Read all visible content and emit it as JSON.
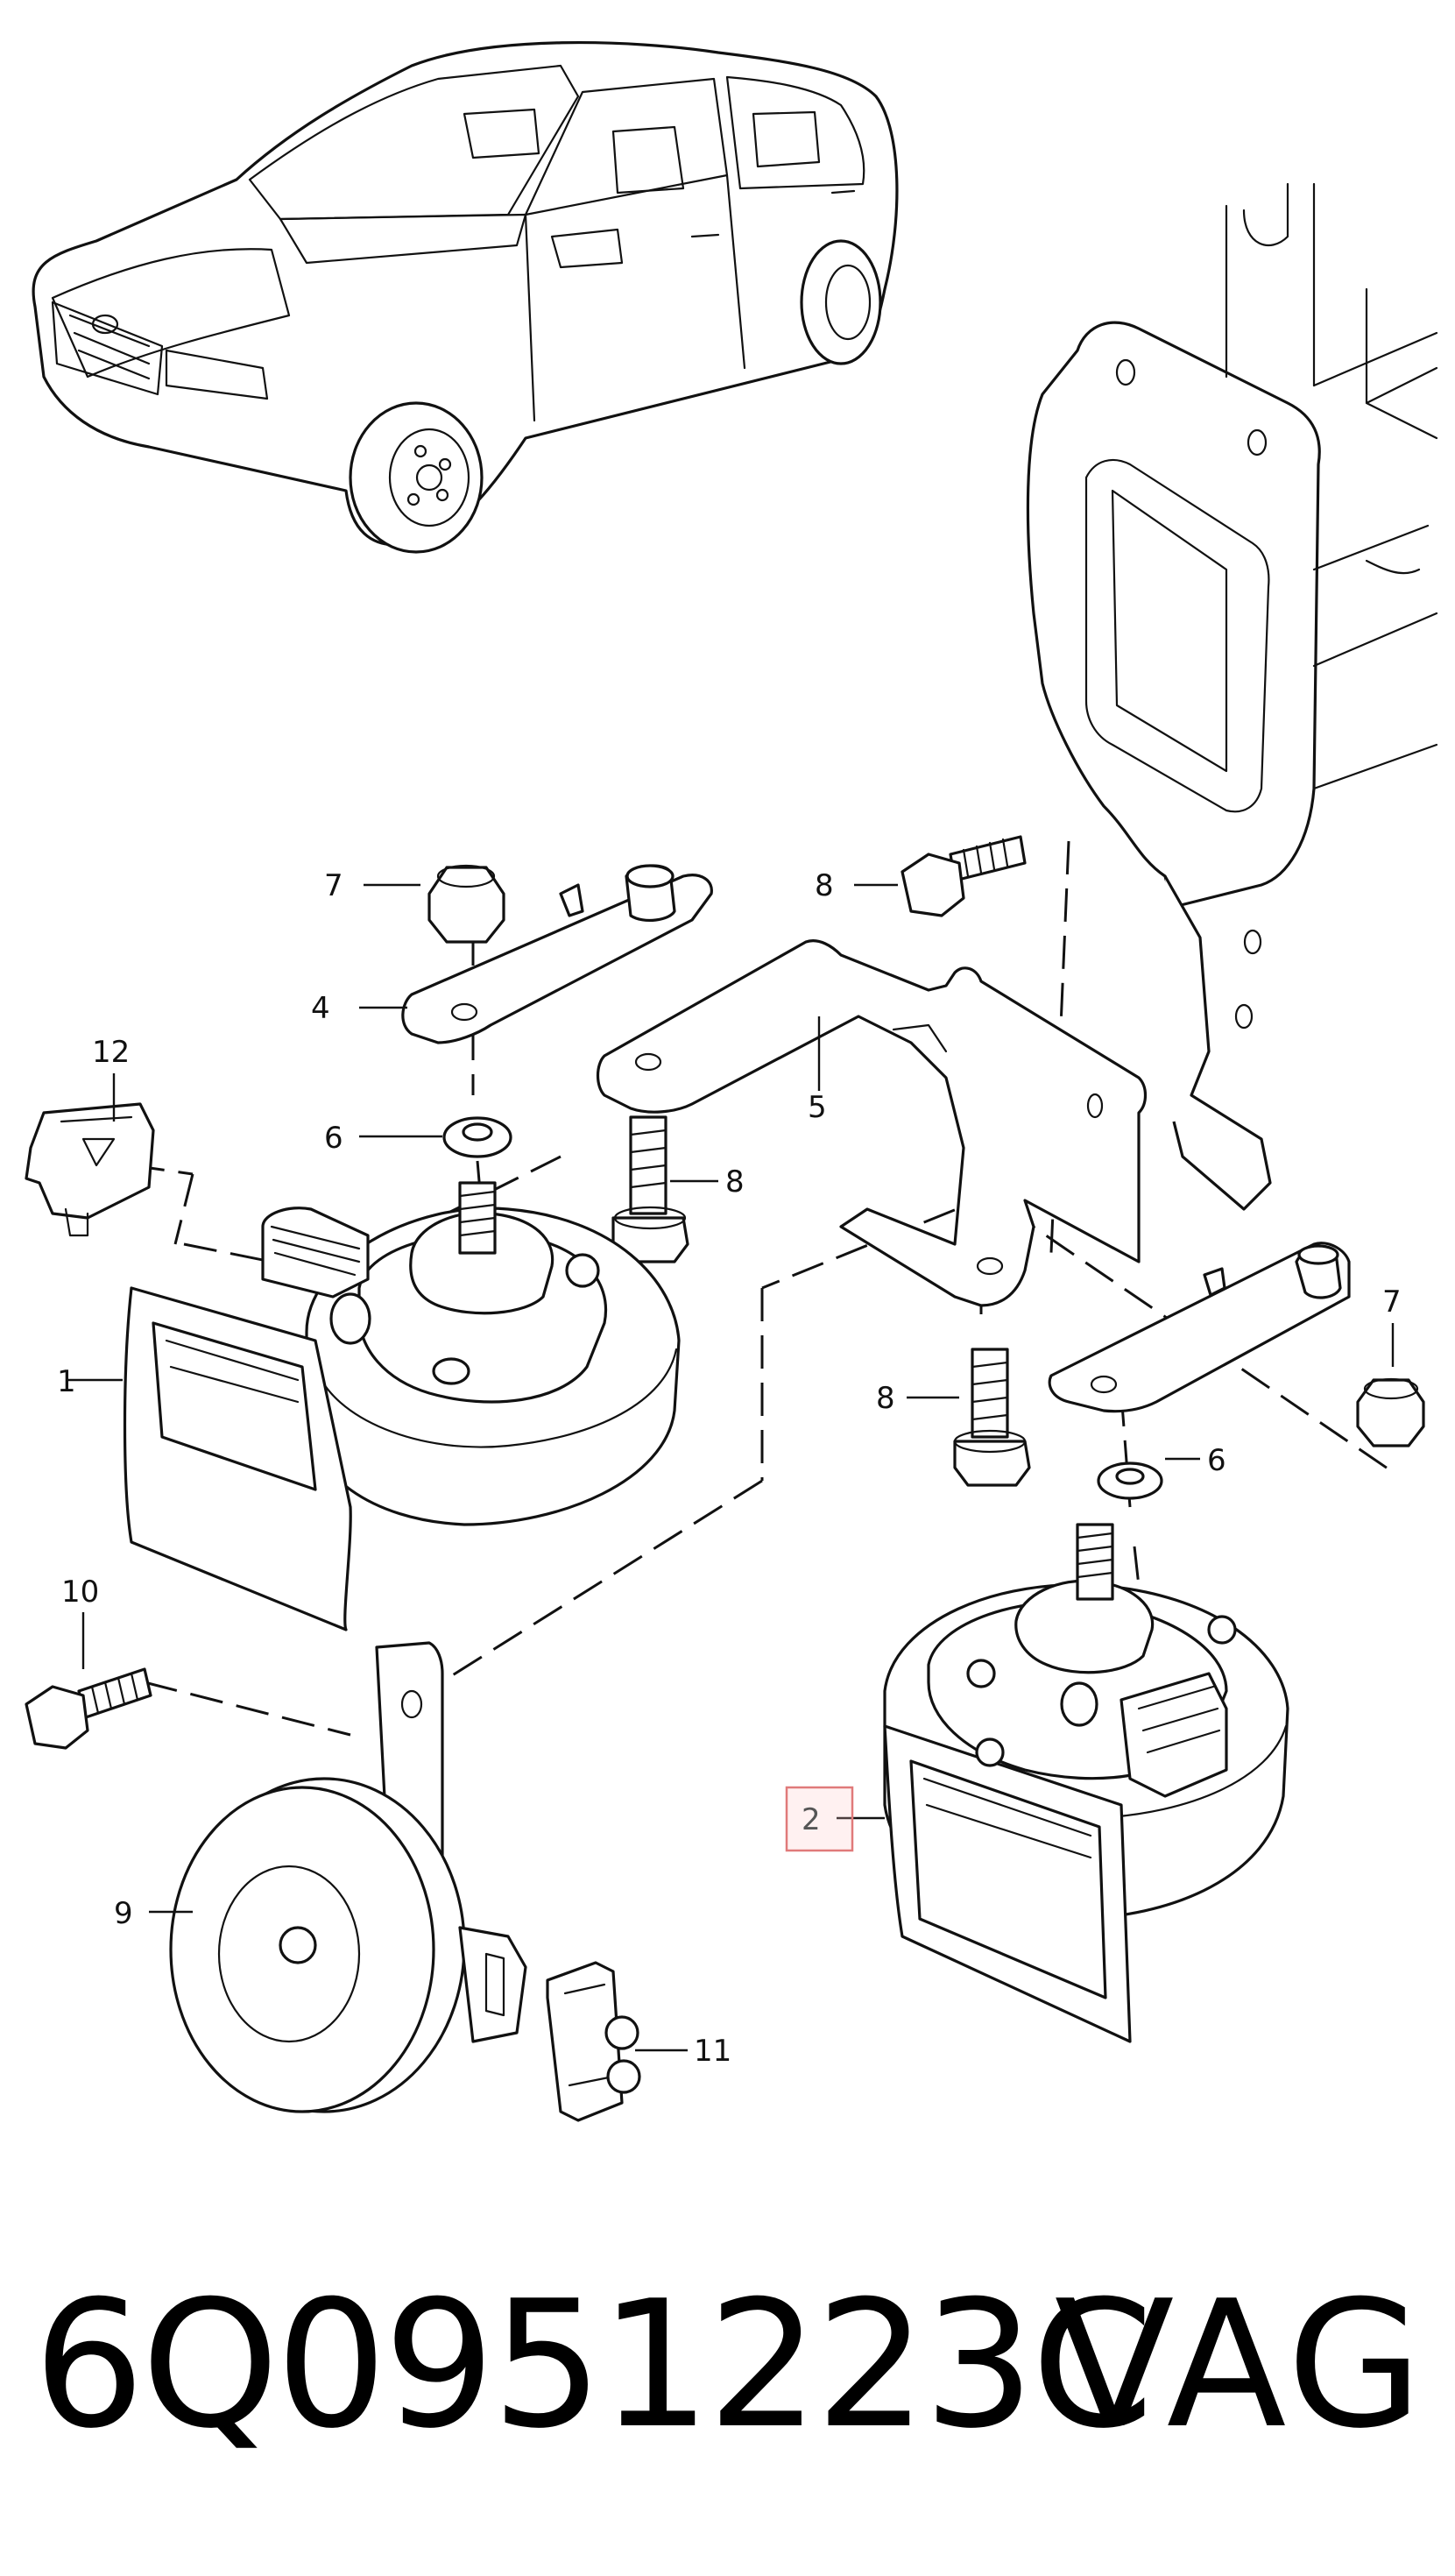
{
  "callouts": [
    {
      "id": "1",
      "label": "1"
    },
    {
      "id": "2",
      "label": "2",
      "highlighted": true
    },
    {
      "id": "4",
      "label": "4"
    },
    {
      "id": "5",
      "label": "5"
    },
    {
      "id": "6a",
      "label": "6"
    },
    {
      "id": "6b",
      "label": "6"
    },
    {
      "id": "7a",
      "label": "7"
    },
    {
      "id": "7b",
      "label": "7"
    },
    {
      "id": "8a",
      "label": "8"
    },
    {
      "id": "8b",
      "label": "8"
    },
    {
      "id": "8c",
      "label": "8"
    },
    {
      "id": "9",
      "label": "9"
    },
    {
      "id": "10",
      "label": "10"
    },
    {
      "id": "11",
      "label": "11"
    },
    {
      "id": "12",
      "label": "12"
    }
  ],
  "footer": {
    "part_number": "6Q0951223C",
    "brand": "VAG"
  },
  "colors": {
    "line": "#111111",
    "highlight_border": "#e07a7a"
  }
}
